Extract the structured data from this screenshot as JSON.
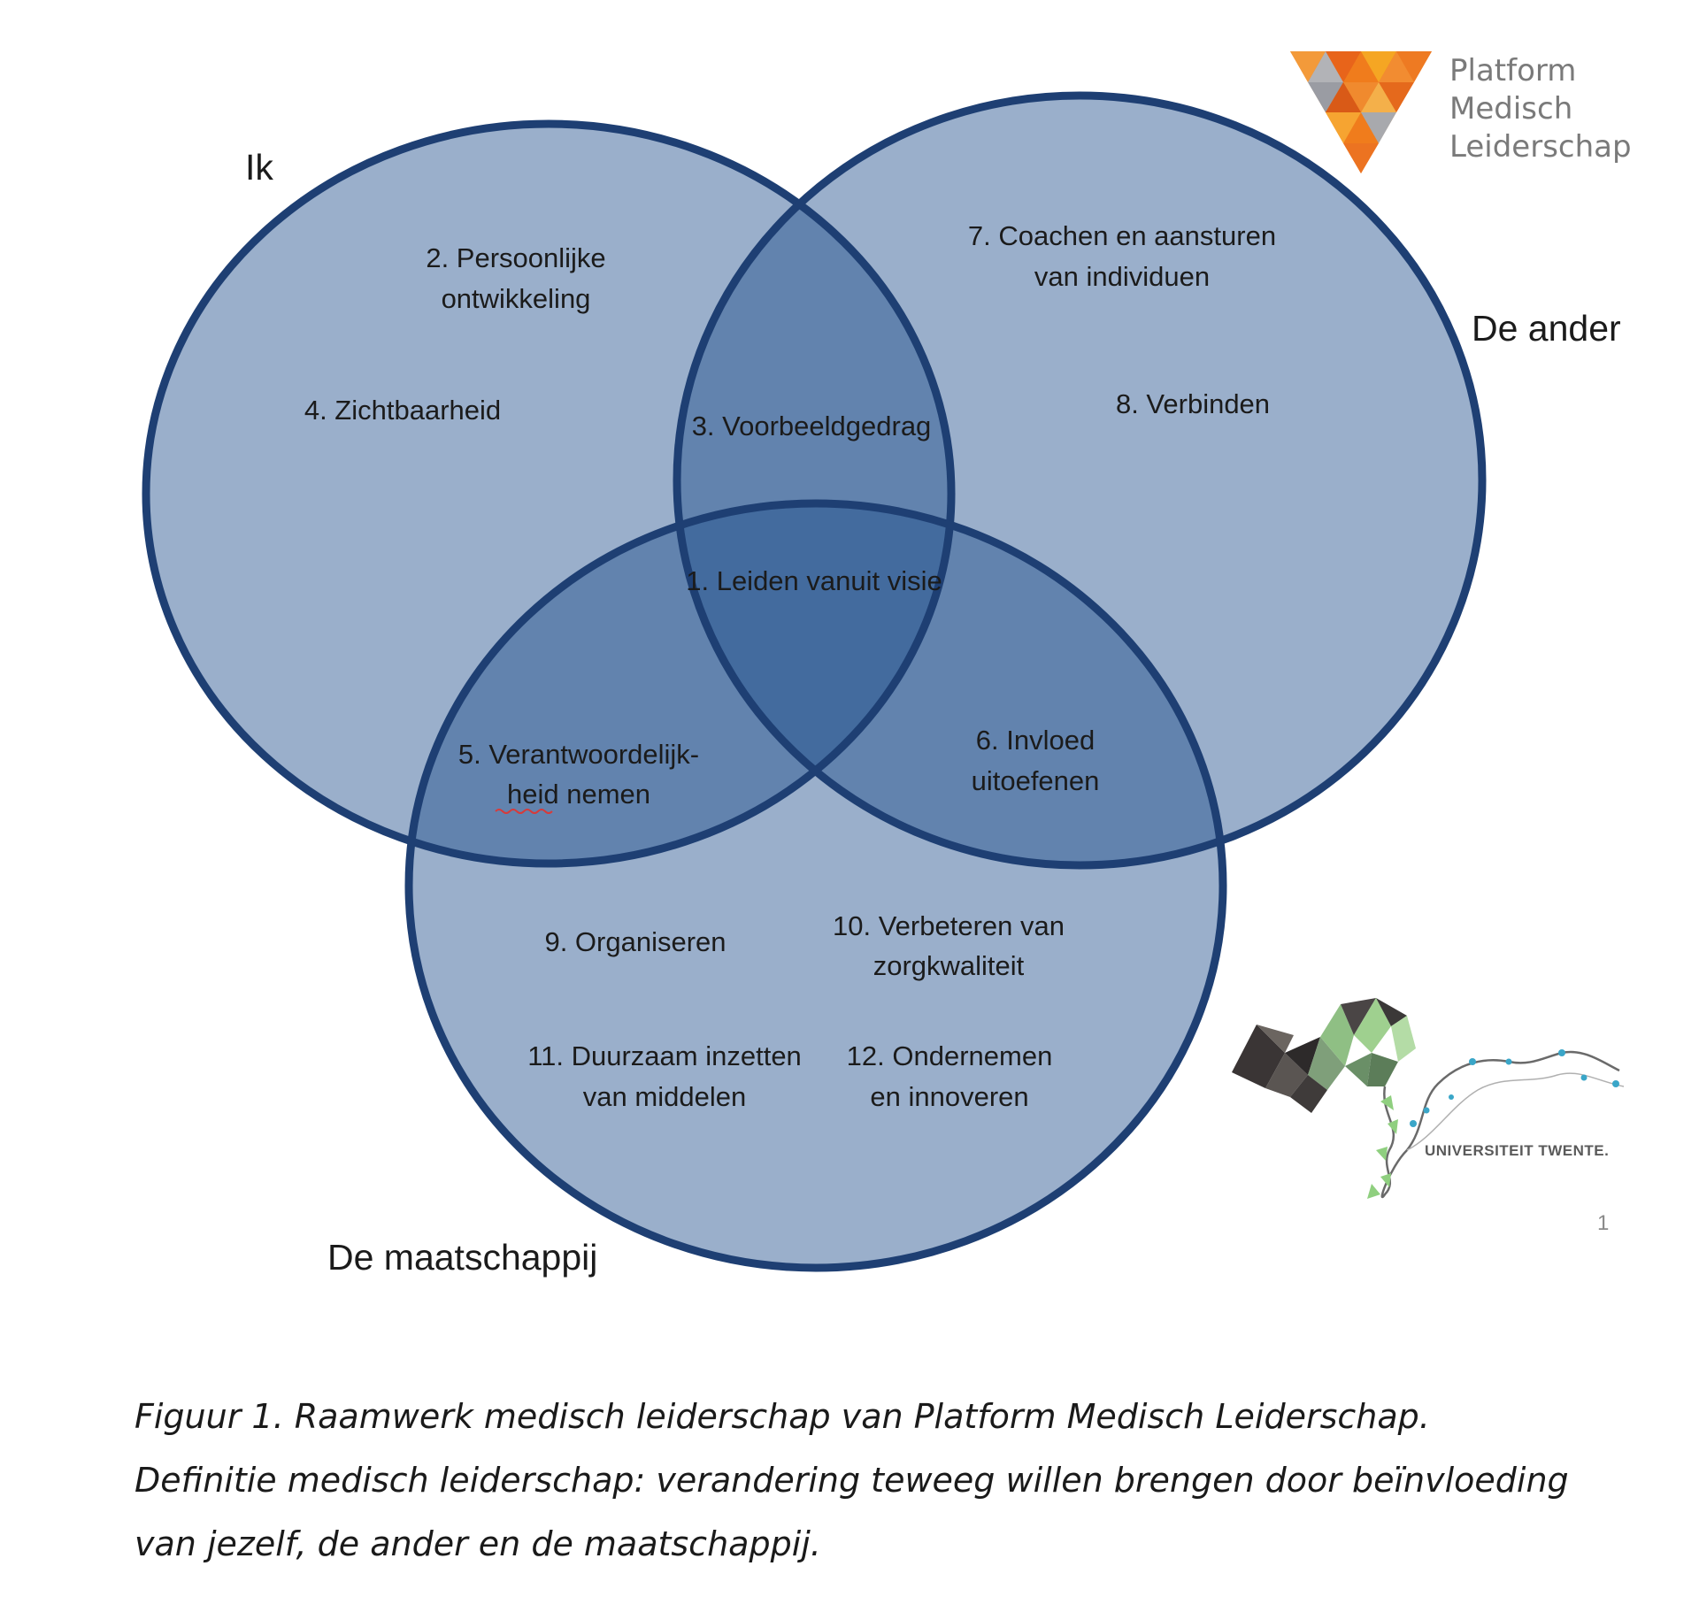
{
  "sets": {
    "ik": "Ik",
    "de_ander": "De ander",
    "de_maatschappij": "De maatschappij"
  },
  "regions": {
    "r1": "1. Leiden vanuit visie",
    "r2": [
      "2. Persoonlijke",
      "ontwikkeling"
    ],
    "r3": "3. Voorbeeldgedrag",
    "r4": "4. Zichtbaarheid",
    "r5": [
      "5. Verantwoordelijk-",
      "heid nemen"
    ],
    "r6": [
      "6. Invloed",
      "uitoefenen"
    ],
    "r7": [
      "7. Coachen en aansturen",
      "van individuen"
    ],
    "r8": "8. Verbinden",
    "r9": "9. Organiseren",
    "r10": [
      "10. Verbeteren van",
      "zorgkwaliteit"
    ],
    "r11": [
      "11. Duurzaam inzetten",
      "van middelen"
    ],
    "r12": [
      "12. Ondernemen",
      "en innoveren"
    ]
  },
  "logos": {
    "platform": [
      "Platform",
      "Medisch",
      "Leiderschap"
    ],
    "university": "UNIVERSITEIT TWENTE."
  },
  "page_number": "1",
  "caption": [
    "Figuur 1. Raamwerk medisch leiderschap van Platform Medisch Leiderschap.",
    "Definitie medisch leiderschap: verandering teweeg willen brengen door beïnvloeding",
    "van jezelf, de ander en de maatschappij."
  ],
  "colors": {
    "circle_fill": "#1f4e8c",
    "circle_stroke": "#1e3f73",
    "logo_orange": "#f07c1c"
  }
}
